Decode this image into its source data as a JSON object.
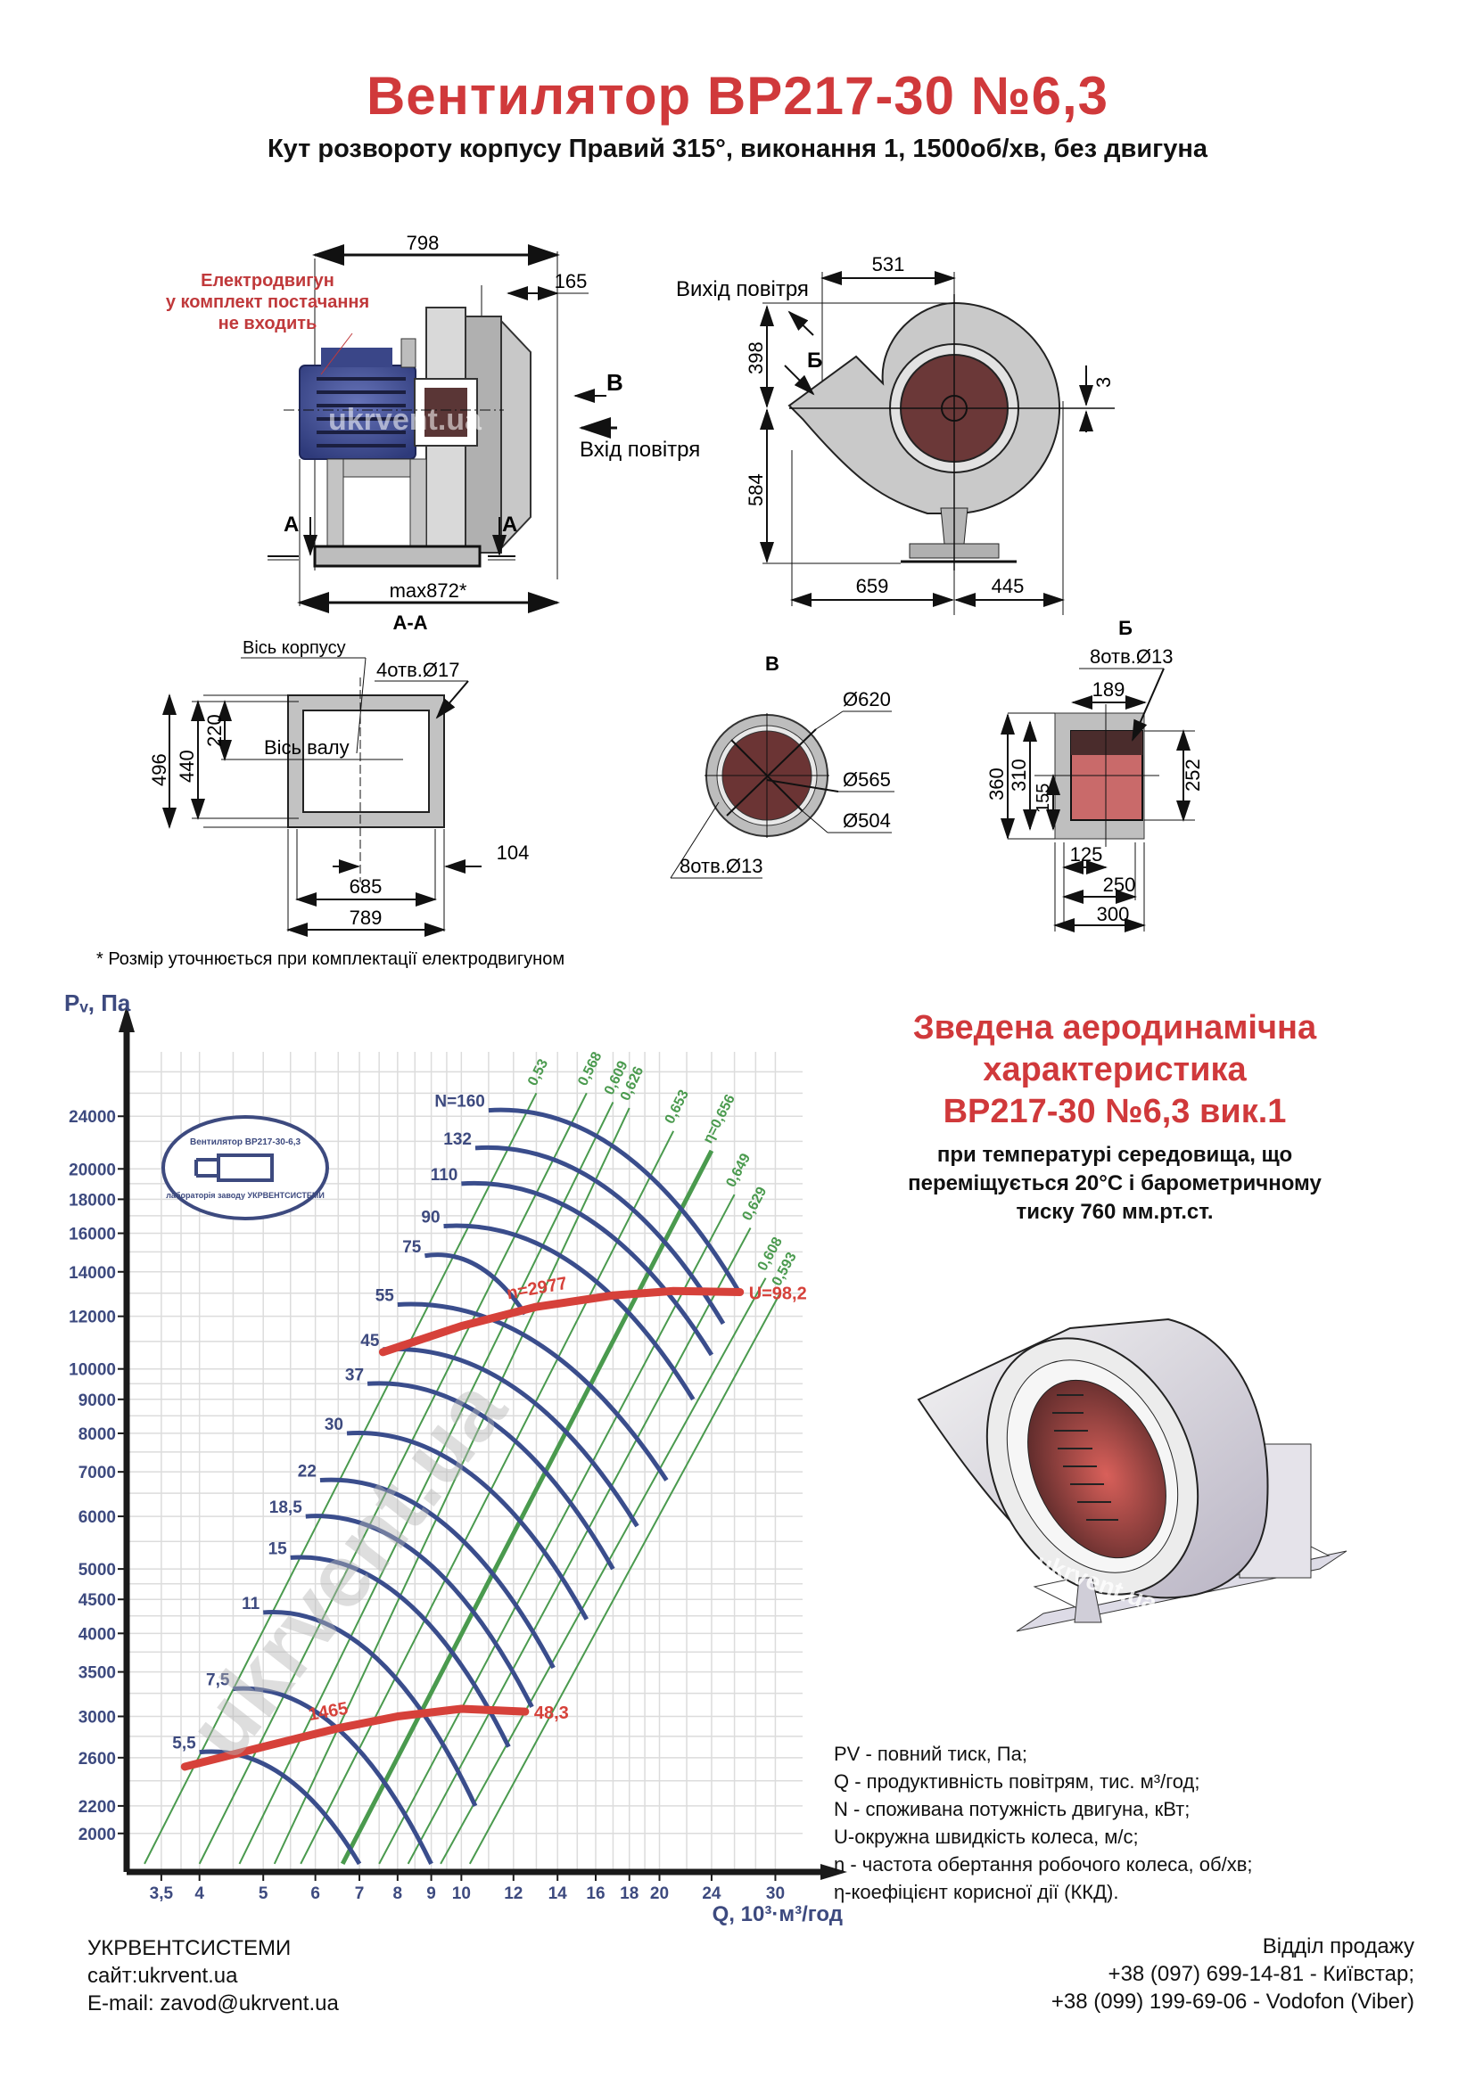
{
  "header": {
    "title": "Вентилятор  ВР217-30 №6,3",
    "subtitle": "Кут розвороту корпусу Правий 315°, виконання 1, 1500об/хв, без двигуна"
  },
  "side_view": {
    "motor_note": [
      "Електродвигун",
      "у комплект постачання",
      "не входить"
    ],
    "dim_total": "798",
    "dim_inlet": "165",
    "label_b": "В",
    "inlet_label": "Вхід повітря",
    "section_mark": "А",
    "dim_max": "max872*",
    "watermark": "ukrvent.ua"
  },
  "front_view": {
    "outlet_label": "Вихід повітря",
    "dim_531": "531",
    "dim_398": "398",
    "dim_584": "584",
    "dim_3": "3",
    "label_b_cyr": "Б",
    "dim_659": "659",
    "dim_445": "445"
  },
  "section_aa": {
    "title": "А-А",
    "axis_body": "Вісь корпусу",
    "holes": "4отв.Ø17",
    "axis_shaft": "Вісь валу",
    "dim_496": "496",
    "dim_440": "440",
    "dim_220": "220",
    "dim_104": "104",
    "dim_685": "685",
    "dim_789": "789"
  },
  "view_v": {
    "title": "В",
    "d620": "Ø620",
    "d565": "Ø565",
    "d504": "Ø504",
    "holes": "8отв.Ø13"
  },
  "view_b": {
    "title": "Б",
    "holes": "8отв.Ø13",
    "dim_189": "189",
    "dim_360": "360",
    "dim_310": "310",
    "dim_155": "155",
    "dim_252": "252",
    "dim_125": "125",
    "dim_250": "250",
    "dim_300": "300"
  },
  "footnote": "* Розмір уточнюється при комплектації електродвигуном",
  "stamp": {
    "top_text": "Вентилятор ВР217-30-6,3",
    "bottom_text": "лабораторія заводу УКРВЕНТСИСТЕМИ"
  },
  "aero": {
    "title_lines": [
      "Зведена аеродинамічна",
      "характеристика",
      "ВР217-30 №6,3 вик.1"
    ],
    "conditions": [
      "при температурі середовища, що",
      "переміщується 20°С і барометричному",
      "тиску 760 мм.рт.ст."
    ]
  },
  "legend": [
    "PV - повний тиск, Па;",
    "Q - продуктивність повітрям, тис. м³/год;",
    "N - споживана потужність двигуна, кВт;",
    "U-окружна швидкість колеса, м/с;",
    "n - частота обертання робочого колеса, об/хв;",
    "η-коефіцієнт корисної дії (ККД)."
  ],
  "footer": {
    "company": "УКРВЕНТСИСТЕМИ",
    "site": "сайт:ukrvent.ua",
    "email": "E-mail: zavod@ukrvent.ua",
    "sales_title": "Відділ продажу",
    "phone1": "+38 (097) 699-14-81 - Київстар;",
    "phone2": "+38 (099) 199-69-06 - Vodofon (Viber)"
  },
  "colors": {
    "title_red": "#d0393b",
    "axis_blue": "#3d4a7f",
    "power_blue": "#3a4d8c",
    "eff_green": "#4a9a4e",
    "speed_red": "#d6413a",
    "grid": "#dcdcdc"
  },
  "chart_data": {
    "type": "line",
    "scale": "log-log",
    "ylabel": "Pᵥ, Па",
    "xlabel": "Q, 10³·м³/год",
    "x_ticks": [
      "3,5",
      "4",
      "5",
      "6",
      "7",
      "8",
      "9",
      "10",
      "12",
      "14",
      "16",
      "18",
      "20",
      "24",
      "30"
    ],
    "x_tick_values": [
      3.5,
      4,
      5,
      6,
      7,
      8,
      9,
      10,
      12,
      14,
      16,
      18,
      20,
      24,
      30
    ],
    "y_ticks": [
      "24000",
      "20000",
      "18000",
      "16000",
      "14000",
      "12000",
      "10000",
      "9000",
      "8000",
      "7000",
      "6000",
      "5000",
      "4500",
      "4000",
      "3500",
      "3000",
      "2600",
      "2200",
      "2000"
    ],
    "y_tick_values": [
      24000,
      20000,
      18000,
      16000,
      14000,
      12000,
      10000,
      9000,
      8000,
      7000,
      6000,
      5000,
      4500,
      4000,
      3500,
      3000,
      2600,
      2200,
      2000
    ],
    "xlim": [
      3.1,
      33
    ],
    "ylim": [
      1750,
      30000
    ],
    "power_curves": [
      {
        "label": "5,5",
        "q_start": 4.0,
        "p_start": 2650,
        "q_end": 7.0,
        "p_end": 1800
      },
      {
        "label": "7,5",
        "q_start": 4.5,
        "p_start": 3300,
        "q_end": 9.0,
        "p_end": 1800
      },
      {
        "label": "11",
        "q_start": 5.0,
        "p_start": 4300,
        "q_end": 10.5,
        "p_end": 2200
      },
      {
        "label": "15",
        "q_start": 5.5,
        "p_start": 5200,
        "q_end": 11.8,
        "p_end": 2700
      },
      {
        "label": "18,5",
        "q_start": 5.8,
        "p_start": 6000,
        "q_end": 12.8,
        "p_end": 3100
      },
      {
        "label": "22",
        "q_start": 6.1,
        "p_start": 6800,
        "q_end": 13.8,
        "p_end": 3550
      },
      {
        "label": "30",
        "q_start": 6.7,
        "p_start": 8000,
        "q_end": 15.5,
        "p_end": 4200
      },
      {
        "label": "37",
        "q_start": 7.2,
        "p_start": 9500,
        "q_end": 17.0,
        "p_end": 5000
      },
      {
        "label": "45",
        "q_start": 7.6,
        "p_start": 10700,
        "q_end": 18.5,
        "p_end": 5800
      },
      {
        "label": "55",
        "q_start": 8.0,
        "p_start": 12500,
        "q_end": 20.5,
        "p_end": 6800
      },
      {
        "label": "75",
        "q_start": 8.8,
        "p_start": 14800,
        "q_end": 12.5,
        "p_end": 12100
      },
      {
        "label": "90",
        "q_start": 9.4,
        "p_start": 16400,
        "q_end": 22.5,
        "p_end": 9000
      },
      {
        "label": "110",
        "q_start": 10.0,
        "p_start": 19000,
        "q_end": 24.0,
        "p_end": 10500
      },
      {
        "label": "132",
        "q_start": 10.5,
        "p_start": 21500,
        "q_end": 25.0,
        "p_end": 11700
      },
      {
        "label": "N=160",
        "q_start": 11.0,
        "p_start": 24500,
        "q_end": 26.5,
        "p_end": 13000
      }
    ],
    "efficiency_lines": [
      "0,53",
      "0,568",
      "0,609",
      "0,626",
      "0,653",
      "η=0,656",
      "0,649",
      "0,629",
      "0,608",
      "0,593"
    ],
    "speed_curves": [
      {
        "label_start": "n=2977",
        "label_end": "U=98,2",
        "q": [
          7.6,
          10,
          13,
          17,
          21,
          26.5
        ],
        "p": [
          10600,
          11600,
          12400,
          12900,
          13100,
          13050
        ]
      },
      {
        "label_start": "1465",
        "label_end": "48,3",
        "q": [
          3.8,
          5,
          6.5,
          8,
          10,
          12.5
        ],
        "p": [
          2520,
          2700,
          2880,
          3000,
          3080,
          3050
        ]
      }
    ]
  }
}
